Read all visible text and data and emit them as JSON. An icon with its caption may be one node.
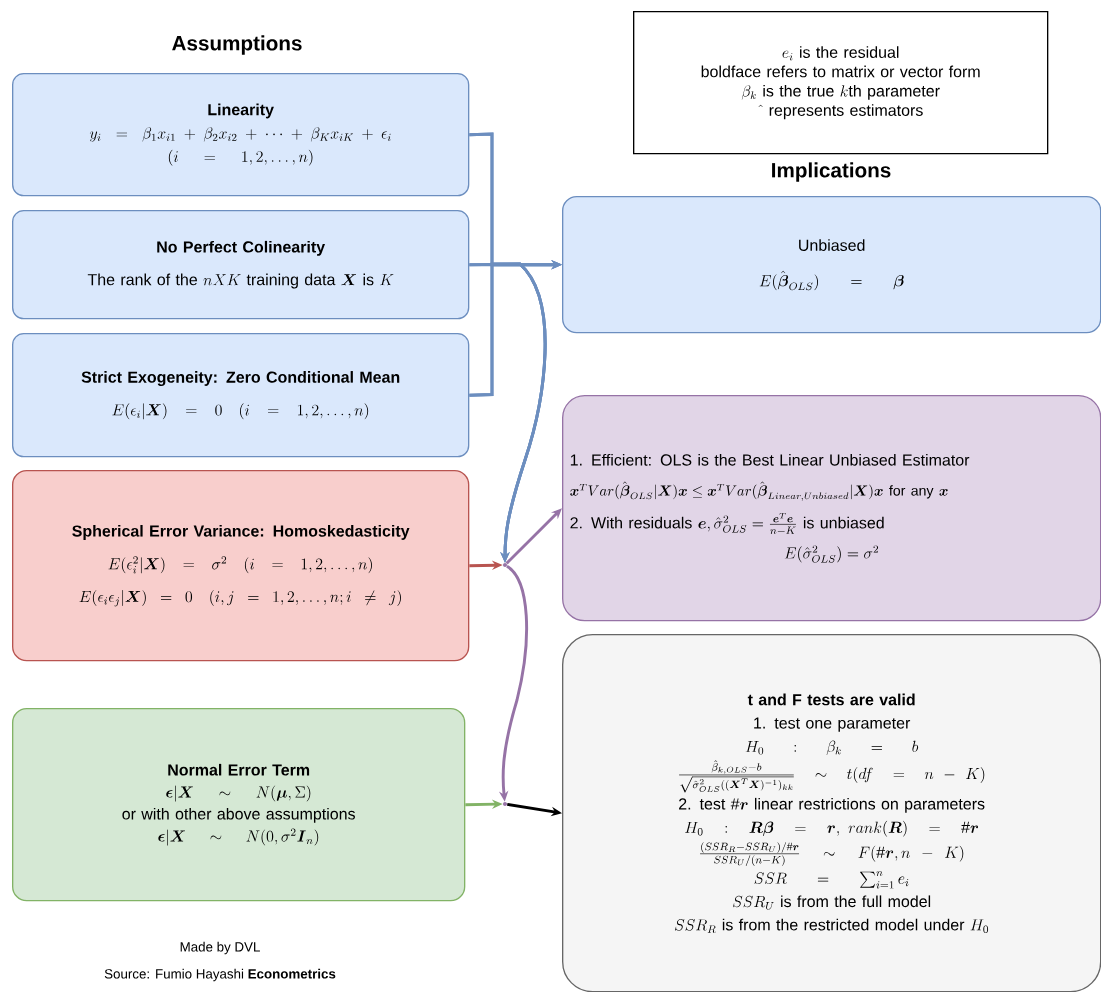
{
  "diagram": {
    "nodes": [
      {
        "text": [
          "Linearity",
          "y_i = \\beta_1 x_{i1} + \\beta_2 x_{i2} + \\cdots + \\beta_K x_{iK} + \\epsilon_i",
          "(i = 1, 2, \\ldots, n)"
        ]
      },
      {
        "text": [
          "No Perfect Colinearity",
          "\\text{The rank of the } nXK \\text{ training data } \\boldsymbol{X} \\text{ is } K"
        ]
      },
      {
        "text": [
          "Strict Exogeneity: Zero Conditional Mean",
          "E(\\epsilon_i|\\boldsymbol{X}) = 0 \\quad (i = 1, 2, \\ldots, n)"
        ]
      },
      {
        "text": [
          "Spherical Error Variance: Homoskedasticity",
          "E(\\epsilon_i^2|\\boldsymbol{X}) = \\sigma^2 \\quad (i = 1, 2, \\ldots, n)",
          "E(\\epsilon_i\\epsilon_j|\\boldsymbol{X}) = 0 \\quad (i, j = 1, 2, \\ldots, n; i \\neq j)"
        ]
      },
      {
        "text": [
          "Normal Error Term",
          "\\boldsymbol{\\epsilon}|\\boldsymbol{X} \\sim N(\\boldsymbol{\\mu}, \\Sigma)",
          "or with other above assumptions",
          "\\boldsymbol{\\epsilon}|\\boldsymbol{X} \\sim N(0, \\sigma^2 \\boldsymbol{I}_n)"
        ]
      },
      {
        "text": [
          "e_i \\text{ is the residual}",
          "boldface refers to matrix or vector form",
          "\\beta_k \\text{ is the true } k\\text{th parameter}",
          "\\hat{\\ }\\text{ represents estimators}"
        ]
      },
      {
        "text": [
          "Unbiased",
          "E(\\hat{\\boldsymbol{\\beta}}_{OLS}) = \\boldsymbol{\\beta}"
        ]
      },
      {
        "text": [
          "1. Efficient: OLS is the Best Linear Unbiased Estimator",
          "\\boldsymbol{x}^T Var(\\hat{\\boldsymbol{\\beta}}_{OLS}|\\boldsymbol{X})\\boldsymbol{x} \\leq \\boldsymbol{x}^T Var(\\hat{\\boldsymbol{\\beta}}_{Linear,Unbiased}|\\boldsymbol{X})\\boldsymbol{x} \\text{ for any } \\boldsymbol{x}",
          "\\text{2. With residuals } \\boldsymbol{e}, \\hat{\\sigma}^2_{OLS} = \\frac{\\boldsymbol{e}^T\\boldsymbol{e}}{n-K} \\text{ is unbiased}",
          "E(\\hat{\\sigma}^2_{OLS}) = \\sigma^2"
        ]
      },
      {
        "text": [
          "t and F tests are valid",
          "1. test one parameter",
          "H_0 : \\beta_k = b",
          "\\frac{\\hat{\\beta}_{k,OLS} - b}{\\sqrt{\\hat{\\sigma}^2_{OLS}((\\boldsymbol{X}^T\\boldsymbol{X})^{-1})_{kk}}} \\sim t(df = n - K)",
          "\\text{2. test \\#}\\boldsymbol{r}\\text{ linear restrictions on parameters}",
          "H_0 : \\boldsymbol{R\\beta} = \\boldsymbol{r},\\ rank(\\boldsymbol{R}) = \\#\\boldsymbol{r}",
          "\\frac{(SSR_R - SSR_U)/\\#\\boldsymbol{r}}{SSR_U/(n-K)} \\sim F(\\#\\boldsymbol{r}, n - K)",
          "SSR = \\sum_{i=1}^n e_i",
          "SSR_U \\text{ is from the full model}",
          "SSR_R \\text{ is from the restricted model under } H_0"
        ]
      },
      {
        "text": [],
        "shape": "point"
      },
      {
        "text": [],
        "shape": "point"
      }
    ],
    "edges": [
      {
        "from": 0,
        "to": 6,
        "arrow": "to",
        "color": "#6c8ebf"
      },
      {
        "from": 1,
        "to": 6,
        "arrow": "to",
        "color": "#6c8ebf"
      },
      {
        "from": 2,
        "to": 6,
        "arrow": "to",
        "color": "#6c8ebf"
      },
      {
        "from": 0,
        "to": 9,
        "arrow": "to",
        "color": "#6c8ebf"
      },
      {
        "from": 1,
        "to": 9,
        "arrow": "to",
        "color": "#6c8ebf"
      },
      {
        "from": 2,
        "to": 9,
        "arrow": "to",
        "color": "#6c8ebf"
      },
      {
        "from": 3,
        "to": 9,
        "arrow": "to",
        "color": "#b85450"
      },
      {
        "from": 9,
        "to": 7,
        "arrow": "to",
        "color": "#9673a6"
      },
      {
        "from": 9,
        "to": 10,
        "arrow": "to",
        "color": "#9673a6"
      },
      {
        "from": 4,
        "to": 10,
        "arrow": "to",
        "color": "#82b366"
      },
      {
        "from": 10,
        "to": 8,
        "arrow": "to",
        "color": "#000000"
      }
    ],
    "labels": [
      "Assumptions",
      "Implications",
      "Made by DVL",
      "Source: Fumio Hayashi **Econometrics**"
    ]
  }
}
